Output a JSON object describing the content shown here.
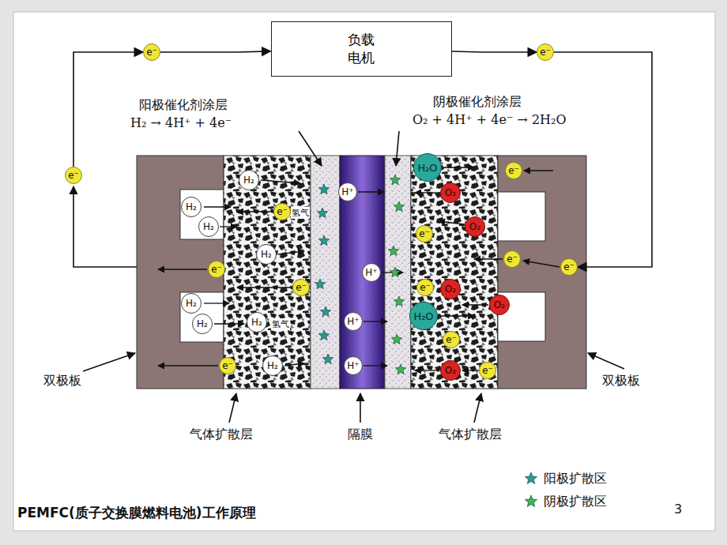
{
  "diagram": {
    "title": "PEMFC(质子交换膜燃料电池)工作原理",
    "nodes": [
      {
        "text": [
          "负载 电机"
        ]
      },
      {
        "text": [
          "e⁻"
        ]
      },
      {
        "text": [
          "e⁻"
        ]
      },
      {
        "text": [
          "e⁻"
        ]
      },
      {
        "text": [
          "H₂O"
        ]
      },
      {
        "text": [
          "e⁻"
        ]
      },
      {
        "text": [
          "H₂"
        ]
      },
      {
        "text": [
          "H⁺"
        ]
      },
      {
        "text": [
          "O₂"
        ]
      },
      {
        "text": [
          "H₂"
        ]
      },
      {
        "text": [
          "e⁻"
        ]
      },
      {
        "text": [
          "H₂"
        ]
      },
      {
        "text": [
          "O₂"
        ]
      },
      {
        "text": [
          "e⁻"
        ]
      },
      {
        "text": [
          "H₂"
        ]
      },
      {
        "text": [
          "e⁻"
        ]
      },
      {
        "text": [
          "e⁻"
        ]
      },
      {
        "text": [
          "e⁻"
        ]
      },
      {
        "text": [
          "H⁺"
        ]
      },
      {
        "text": [
          "e⁻"
        ]
      },
      {
        "text": [
          "e⁻"
        ]
      },
      {
        "text": [
          "O₂"
        ]
      },
      {
        "text": [
          "H₂"
        ]
      },
      {
        "text": [
          "O₂"
        ]
      },
      {
        "text": [
          "H₂O"
        ]
      },
      {
        "text": [
          "H₂"
        ]
      },
      {
        "text": [
          "H₂"
        ]
      },
      {
        "text": [
          "H⁺"
        ]
      },
      {
        "text": [
          "e⁻"
        ]
      },
      {
        "text": [
          "e⁻"
        ]
      },
      {
        "text": [
          "H₂"
        ]
      },
      {
        "text": [
          "H⁺"
        ]
      },
      {
        "text": [
          "O₂"
        ]
      },
      {
        "text": [
          "e⁻"
        ]
      }
    ],
    "edges": [
      {
        "from": 3,
        "to": 1,
        "arrow": "to"
      },
      {
        "from": 1,
        "to": 0,
        "arrow": "to"
      },
      {
        "from": 0,
        "to": 2,
        "arrow": "to"
      },
      {
        "from": 2,
        "to": 16,
        "arrow": "to"
      }
    ],
    "labels": [
      "阳极催化剂涂层",
      "H₂ → 4H⁺ + 4e⁻",
      "阴极催化剂涂层",
      "O₂ + 4H⁺ + 4e⁻ → 2H₂O",
      "氢气",
      "氢气",
      "双极板",
      "双极板",
      "气体扩散层",
      "隔膜",
      "气体扩散层",
      "3"
    ],
    "legend": [
      {
        "text": "阳极扩散区",
        "color": "#2a9a8a"
      },
      {
        "text": "阴极扩散区",
        "color": "#3cb54a"
      }
    ]
  }
}
